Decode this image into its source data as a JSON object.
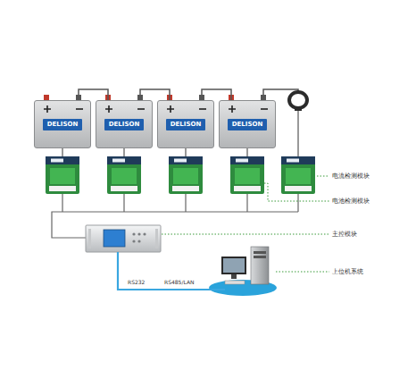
{
  "diagram": {
    "nodes": [
      {
        "text": [
          "DELISON"
        ]
      },
      {
        "text": [
          "DELISON"
        ]
      },
      {
        "text": [
          "DELISON"
        ]
      },
      {
        "text": [
          "DELISON"
        ]
      }
    ],
    "edges": [
      {
        "from": 0,
        "to": 1,
        "arrow": "none"
      },
      {
        "from": 1,
        "to": 2,
        "arrow": "none"
      },
      {
        "from": 2,
        "to": 3,
        "arrow": "none"
      }
    ],
    "labels": [
      "电流检测模块",
      "电池检测模块",
      "主控模块",
      "上位机系统",
      "RS232",
      "RS485/LAN"
    ]
  }
}
